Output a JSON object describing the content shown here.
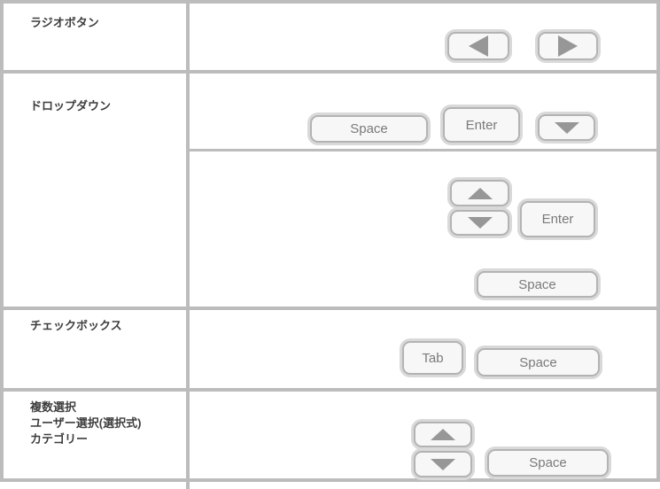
{
  "colors": {
    "background": "#ffffff",
    "grid": "#bcbcbc",
    "key_fill": "#f7f7f7",
    "key_border": "#b3b3b3",
    "key_text": "#7a7a7a",
    "arrow": "#979797",
    "label_text": "#3d3d3d"
  },
  "table": {
    "rows": [
      {
        "label": "ラジオボタン",
        "sections": [
          {
            "keys": [
              {
                "icon": "arrow-left"
              },
              {
                "icon": "arrow-right"
              }
            ]
          }
        ]
      },
      {
        "label": "ドロップダウン",
        "sections": [
          {
            "keys": [
              {
                "text": "Space"
              },
              {
                "text": "Enter"
              },
              {
                "icon": "arrow-down"
              }
            ]
          },
          {
            "keys": [
              {
                "icon": "arrow-up"
              },
              {
                "icon": "arrow-down"
              },
              {
                "text": "Enter"
              },
              {
                "text": "Space"
              }
            ]
          }
        ]
      },
      {
        "label": "チェックボックス",
        "sections": [
          {
            "keys": [
              {
                "text": "Tab"
              },
              {
                "text": "Space"
              }
            ]
          }
        ]
      },
      {
        "label_lines": [
          "複数選択",
          "ユーザー選択(選択式)",
          "カテゴリー"
        ],
        "sections": [
          {
            "keys": [
              {
                "icon": "arrow-up"
              },
              {
                "icon": "arrow-down"
              },
              {
                "text": "Space"
              }
            ]
          }
        ]
      }
    ]
  }
}
